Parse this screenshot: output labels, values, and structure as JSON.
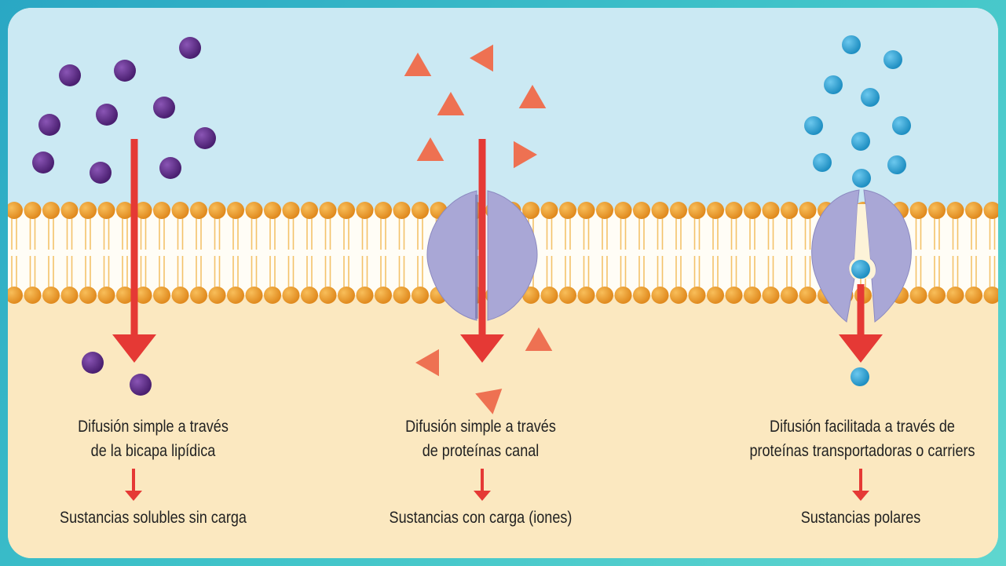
{
  "colors": {
    "outside": "#cbe9f3",
    "inside": "#fbe8c0",
    "phospholipid_head": "#f0a033",
    "protein": "#a9a7d6",
    "arrow": "#e53935",
    "uncharged_molecule": "#5c2a86",
    "ion": "#ee7152",
    "polar_molecule": "#2ea6d8"
  },
  "panels": [
    {
      "caption_lines": [
        "Difusión simple a través",
        "de la bicapa lipídica"
      ],
      "result": "Sustancias solubles sin carga",
      "molecule": "purple-sphere-molecule"
    },
    {
      "caption_lines": [
        "Difusión simple a través",
        "de proteínas canal"
      ],
      "result": "Sustancias con carga (iones)",
      "molecule": "orange-triangle-ion",
      "membrane_protein": "channel-protein"
    },
    {
      "caption_lines": [
        "Difusión facilitada a través de",
        "proteínas transportadoras o carriers"
      ],
      "result": "Sustancias polares",
      "molecule": "blue-sphere-molecule",
      "membrane_protein": "carrier-protein"
    }
  ]
}
